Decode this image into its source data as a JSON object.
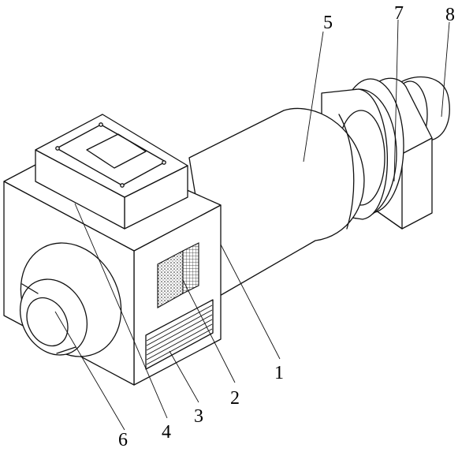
{
  "labels": [
    {
      "id": "1",
      "text": "1"
    },
    {
      "id": "2",
      "text": "2"
    },
    {
      "id": "3",
      "text": "3"
    },
    {
      "id": "4",
      "text": "4"
    },
    {
      "id": "5",
      "text": "5"
    },
    {
      "id": "6",
      "text": "6"
    },
    {
      "id": "7",
      "text": "7"
    },
    {
      "id": "8",
      "text": "8"
    }
  ],
  "colors": {
    "stroke": "#111111",
    "background": "#ffffff"
  }
}
